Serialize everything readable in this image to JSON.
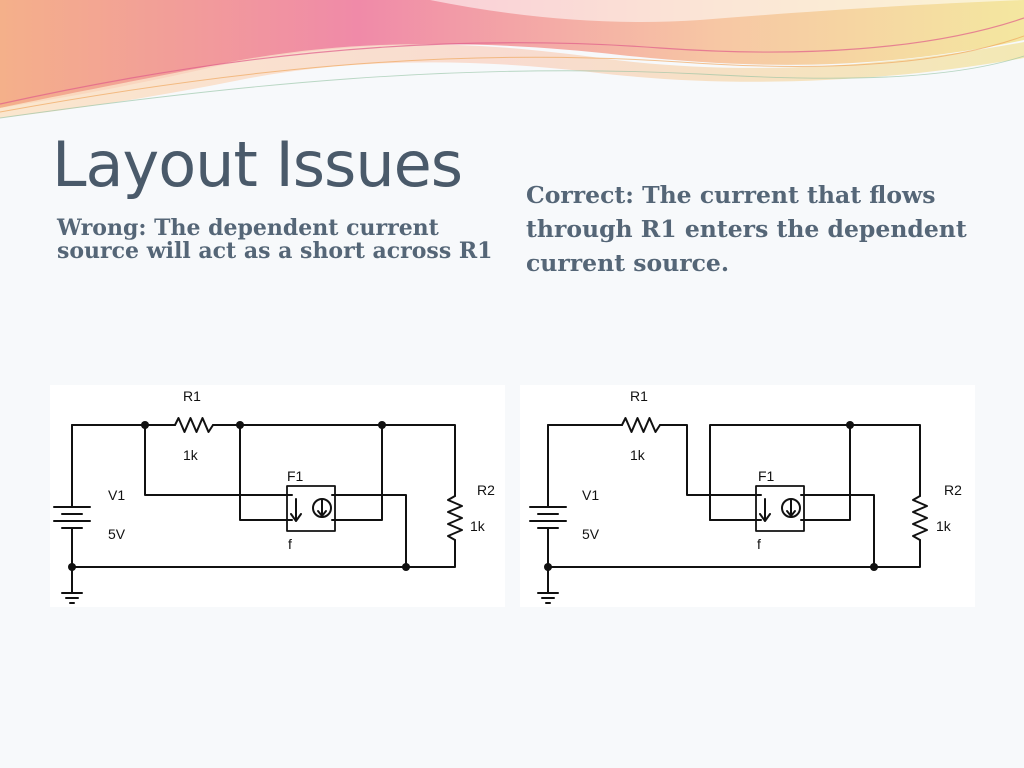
{
  "slide": {
    "title": "Layout Issues",
    "wrong_caption": [
      "Wrong:  The dependent current",
      "source will act as a short across R1"
    ],
    "correct_caption": [
      "Correct:  The current that flows",
      "through R1 enters the dependent",
      "current source."
    ]
  },
  "circuits": {
    "wrong": {
      "r1_name": "R1",
      "r1_value": "1k",
      "v1_name": "V1",
      "v1_value": "5V",
      "f1_name": "F1",
      "f1_gain": "f",
      "r2_name": "R2",
      "r2_value": "1k"
    },
    "correct": {
      "r1_name": "R1",
      "r1_value": "1k",
      "v1_name": "V1",
      "v1_value": "5V",
      "f1_name": "F1",
      "f1_gain": "f",
      "r2_name": "R2",
      "r2_value": "1k"
    }
  },
  "colors": {
    "title": "#4a5a6a",
    "caption": "#556677",
    "banner_pink": "#e8709a",
    "banner_peach": "#f6c39a",
    "banner_yellow": "#f4e7a0"
  }
}
